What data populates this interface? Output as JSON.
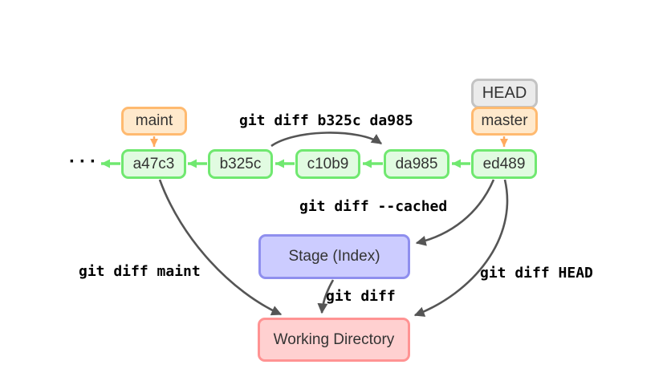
{
  "diagram": {
    "ellipsis": "···",
    "commits": [
      "a47c3",
      "b325c",
      "c10b9",
      "da985",
      "ed489"
    ],
    "refs": {
      "maint": "maint",
      "head": "HEAD",
      "master": "master"
    },
    "areas": {
      "stage": "Stage (Index)",
      "working_directory": "Working Directory"
    },
    "commands": {
      "diff_range": "git diff b325c da985",
      "diff_cached": "git diff --cached",
      "diff_maint": "git diff maint",
      "diff_head": "git diff HEAD",
      "diff": "git diff"
    },
    "colors": {
      "commit_fill": "#e1fbe1",
      "commit_border": "#70e870",
      "branch_fill": "#ffe9cc",
      "branch_border": "#ffba70",
      "branch_arrow": "#ffaa5e",
      "head_fill": "#ebebeb",
      "head_border": "#c3c3c3",
      "stage_fill": "#ccccff",
      "stage_border": "#8f8fee",
      "working_fill": "#ffd0d0",
      "working_border": "#ff9393",
      "arrow": "#555555"
    }
  }
}
